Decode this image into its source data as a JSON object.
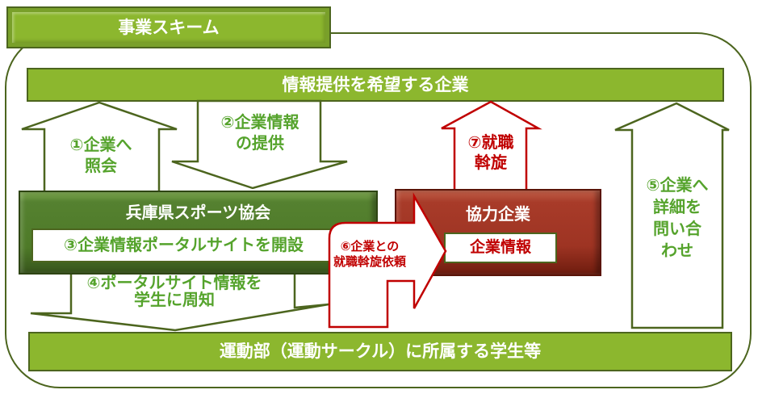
{
  "scheme_title": "事業スキーム",
  "boxes": {
    "companies_bar": "情報提供を希望する企業",
    "students_bar": "運動部（運動サークル）に所属する学生等",
    "sports_association": {
      "title": "兵庫県スポーツ協会",
      "subtitle": "③企業情報ポータルサイトを開設"
    },
    "cooperating_company": {
      "title": "協力企業",
      "subtitle": "企業情報"
    }
  },
  "arrows": {
    "a1": {
      "direction": "up",
      "lines": [
        "①企業へ",
        "照会"
      ]
    },
    "a2": {
      "direction": "down",
      "lines": [
        "②企業情報",
        "の提供"
      ]
    },
    "a4": {
      "direction": "down",
      "lines": [
        "④ポータルサイト情報を",
        "学生に周知"
      ]
    },
    "a5": {
      "direction": "up",
      "lines": [
        "⑤企業へ",
        "詳細を",
        "問い合",
        "わせ"
      ]
    },
    "a6": {
      "direction": "right-bent",
      "lines": [
        "⑥企業との",
        "就職斡旋依頼"
      ]
    },
    "a7": {
      "direction": "up",
      "lines": [
        "⑦就職",
        "斡旋"
      ]
    }
  },
  "colors": {
    "light_green": "#8CB72E",
    "dark_green_border": "#4C651E",
    "green_text": "#55A32C",
    "sports_box_green": "#4E7A28",
    "coop_box_red": "#A0392A",
    "accent_red": "#C00000"
  }
}
